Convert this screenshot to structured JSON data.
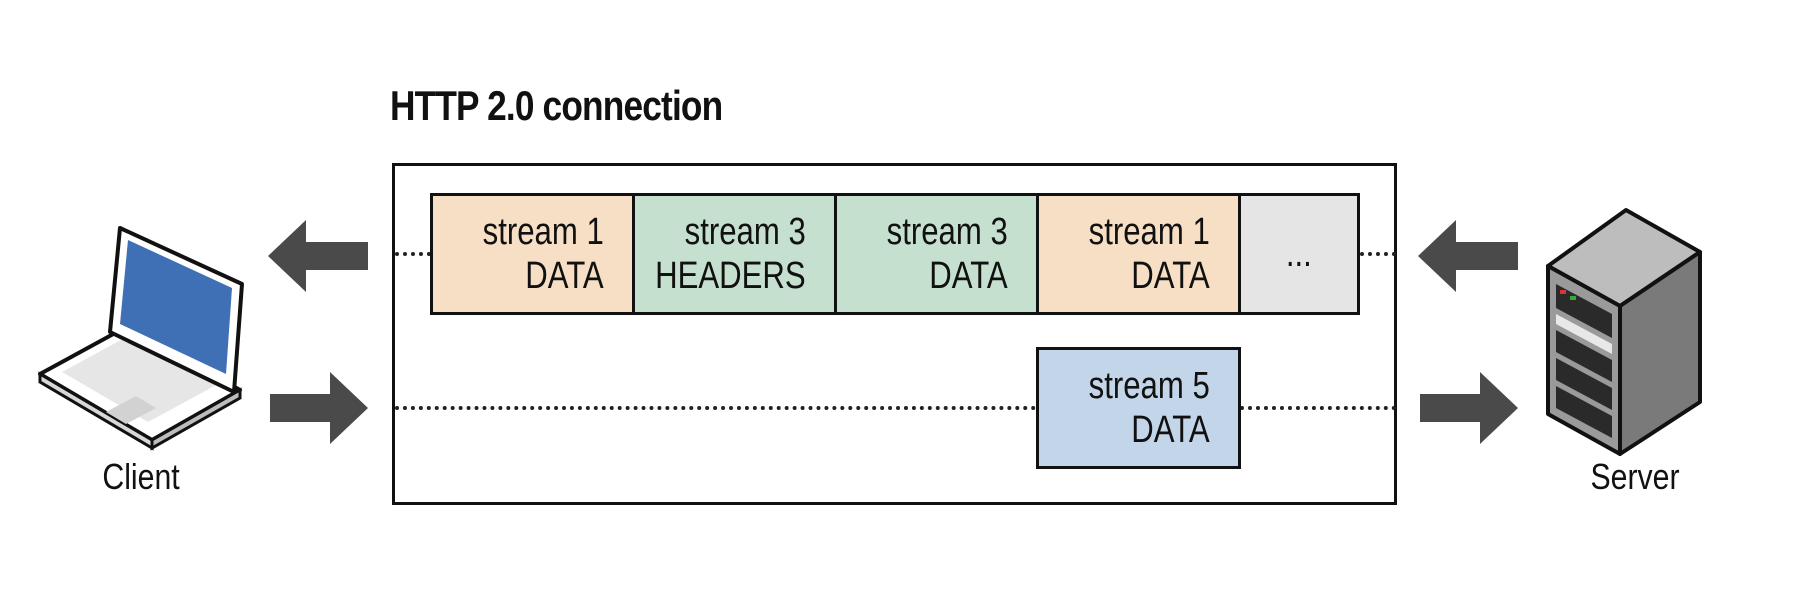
{
  "diagram": {
    "title": "HTTP 2.0 connection",
    "client_label": "Client",
    "server_label": "Server",
    "outbound_frames": [
      {
        "line1": "stream 1",
        "line2": "DATA",
        "color": "#f6dfc4"
      },
      {
        "line1": "stream 3",
        "line2": "HEADERS",
        "color": "#c5e0cf"
      },
      {
        "line1": "stream 3",
        "line2": "DATA",
        "color": "#c5e0cf"
      },
      {
        "line1": "stream 1",
        "line2": "DATA",
        "color": "#f6dfc4"
      },
      {
        "line1": "...",
        "line2": "",
        "color": "#e5e5e5"
      }
    ],
    "inbound_frames": [
      {
        "line1": "stream 5",
        "line2": "DATA",
        "color": "#c3d5e8"
      }
    ],
    "arrow_color": "#4a4a4a"
  }
}
